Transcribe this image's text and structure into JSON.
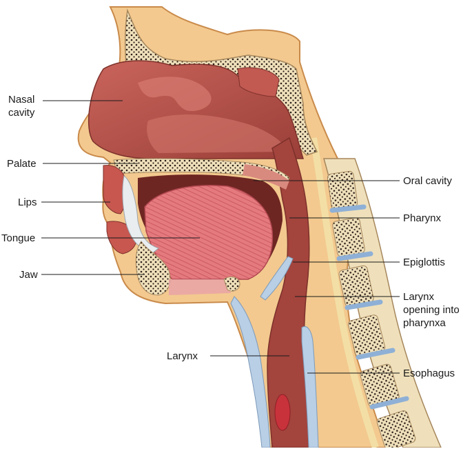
{
  "labels": {
    "nasal_cavity": "Nasal\ncavity",
    "palate": "Palate",
    "lips": "Lips",
    "tongue": "Tongue",
    "jaw": "Jaw",
    "larynx_left": "Larynx",
    "oral_cavity": "Oral cavity",
    "pharynx": "Pharynx",
    "epiglottis": "Epiglottis",
    "larynx_opening": "Larynx\nopening into\npharynxa",
    "esophagus": "Esophagus"
  },
  "colors": {
    "skin": "#f3c98f",
    "skin_outline": "#c98a4a",
    "flesh": "#b8524a",
    "flesh_dark": "#8e3a34",
    "bone": "#efe0bb",
    "bone_dot": "#2b1e17",
    "tongue": "#e47a7e",
    "tongue_lines": "#c9555c",
    "cartilage": "#b8cfe6",
    "blood": "#c8323b",
    "line": "#1a1a1a"
  }
}
